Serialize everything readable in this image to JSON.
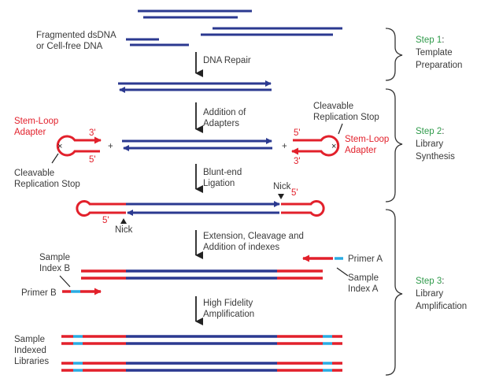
{
  "colors": {
    "dna": "#2b3990",
    "adapter": "#e2202b",
    "index": "#29abe2",
    "step": "#2f9a4a",
    "text": "#3a3a3a"
  },
  "labels": {
    "fragmented": [
      "Fragmented dsDNA",
      "or Cell-free DNA"
    ],
    "dna_repair": "DNA Repair",
    "addition_adapters": [
      "Addition of",
      "Adapters"
    ],
    "stem_loop_left": [
      "Stem-Loop",
      "Adapter"
    ],
    "stem_loop_right": [
      "Stem-Loop",
      "Adapter"
    ],
    "cleavable_left": [
      "Cleavable",
      "Replication Stop"
    ],
    "cleavable_right": [
      "Cleavable",
      "Replication Stop"
    ],
    "prime3": "3'",
    "prime5": "5'",
    "plus": "+",
    "blunt_end": [
      "Blunt-end",
      "Ligation"
    ],
    "nick": "Nick",
    "extension": [
      "Extension, Cleavage and",
      "Addition of indexes"
    ],
    "sample_index_b": [
      "Sample",
      "Index B"
    ],
    "sample_index_a": [
      "Sample",
      "Index A"
    ],
    "primer_a": "Primer A",
    "primer_b": "Primer B",
    "high_fidelity": [
      "High Fidelity",
      "Amplification"
    ],
    "sample_libraries": [
      "Sample",
      "Indexed",
      "Libraries"
    ]
  },
  "steps": [
    {
      "step": "Step 1",
      "sep": ":",
      "name": [
        "Template",
        "Preparation"
      ]
    },
    {
      "step": "Step 2",
      "sep": ":",
      "name": [
        "Library",
        "Synthesis"
      ]
    },
    {
      "step": "Step 3",
      "sep": ":",
      "name": [
        "Library",
        "Amplification"
      ]
    }
  ]
}
